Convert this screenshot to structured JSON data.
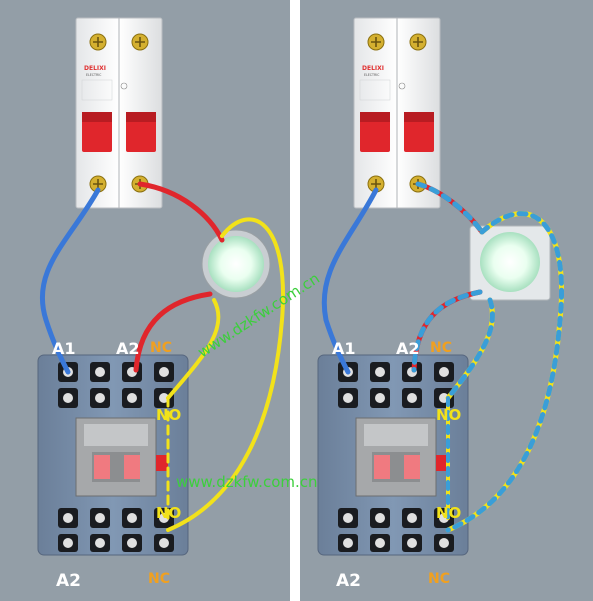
{
  "labels": {
    "a1": "A1",
    "a2_top": "A2",
    "nc_top": "NC",
    "no_upper": "NO",
    "no_lower": "NO",
    "a2_bottom": "A2",
    "nc_bottom": "NC"
  },
  "breaker": {
    "brand": "DELIXI",
    "sub": "ELECTRIC"
  },
  "watermark": {
    "diagonal": "www.dzkfw.com.cn",
    "horizontal": "www.dzkfw.com.cn"
  },
  "colors": {
    "background": "#939ea7",
    "wire_blue": "#3a78d8",
    "wire_red": "#e0262c",
    "wire_yellow": "#f2e21a",
    "contactor": "#7a8faa",
    "breaker_handle": "#e0262c",
    "label_orange": "#f0a020",
    "label_white": "#ffffff",
    "watermark": "#3ccf3c"
  }
}
